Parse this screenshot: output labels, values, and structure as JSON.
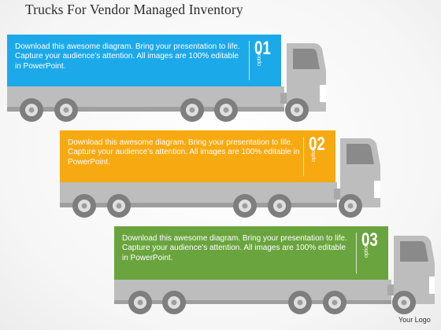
{
  "title": "Trucks For Vendor Managed Inventory",
  "logo_text": "Your Logo",
  "colors": {
    "blue": "#1CA9E9",
    "orange": "#F7A911",
    "green": "#6AA43F",
    "truck_gray": "#BDBDBD",
    "truck_dark": "#7E7E7E"
  },
  "items": [
    {
      "number": "01",
      "option": "option",
      "text": "Download this awesome diagram. Bring your presentation to life. Capture your audience’s attention. All images are 100% editable in PowerPoint."
    },
    {
      "number": "02",
      "option": "option",
      "text": "Download this awesome diagram. Bring your presentation to life. Capture your audience’s attention. All images are 100% editable in PowerPoint."
    },
    {
      "number": "03",
      "option": "option",
      "text": "Download this awesome diagram. Bring your presentation to life. Capture your audience’s attention. All images are 100% editable in PowerPoint."
    }
  ]
}
